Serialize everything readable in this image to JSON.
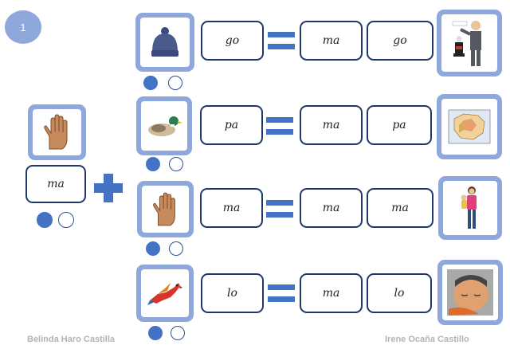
{
  "activity_number": "1",
  "base": {
    "syllable": "ma",
    "image_icon": "hand-icon"
  },
  "operator_icon": "plus-icon",
  "rows": [
    {
      "image_icon": "wool-hat-icon",
      "syllable": "go",
      "result_1": "ma",
      "result_2": "go",
      "result_image_icon": "magician-icon"
    },
    {
      "image_icon": "duck-icon",
      "syllable": "pa",
      "result_1": "ma",
      "result_2": "pa",
      "result_image_icon": "map-icon"
    },
    {
      "image_icon": "hand-icon",
      "syllable": "ma",
      "result_1": "ma",
      "result_2": "ma",
      "result_image_icon": "mother-child-icon"
    },
    {
      "image_icon": "parrot-icon",
      "syllable": "lo",
      "result_1": "ma",
      "result_2": "lo",
      "result_image_icon": "sleeping-face-icon"
    }
  ],
  "credits": {
    "left": "Belinda Haro Castilla",
    "right": "Irene Ocaña Castillo"
  },
  "colors": {
    "frame": "#8fa8dc",
    "accent": "#4472c4",
    "card_border": "#1f3867"
  }
}
